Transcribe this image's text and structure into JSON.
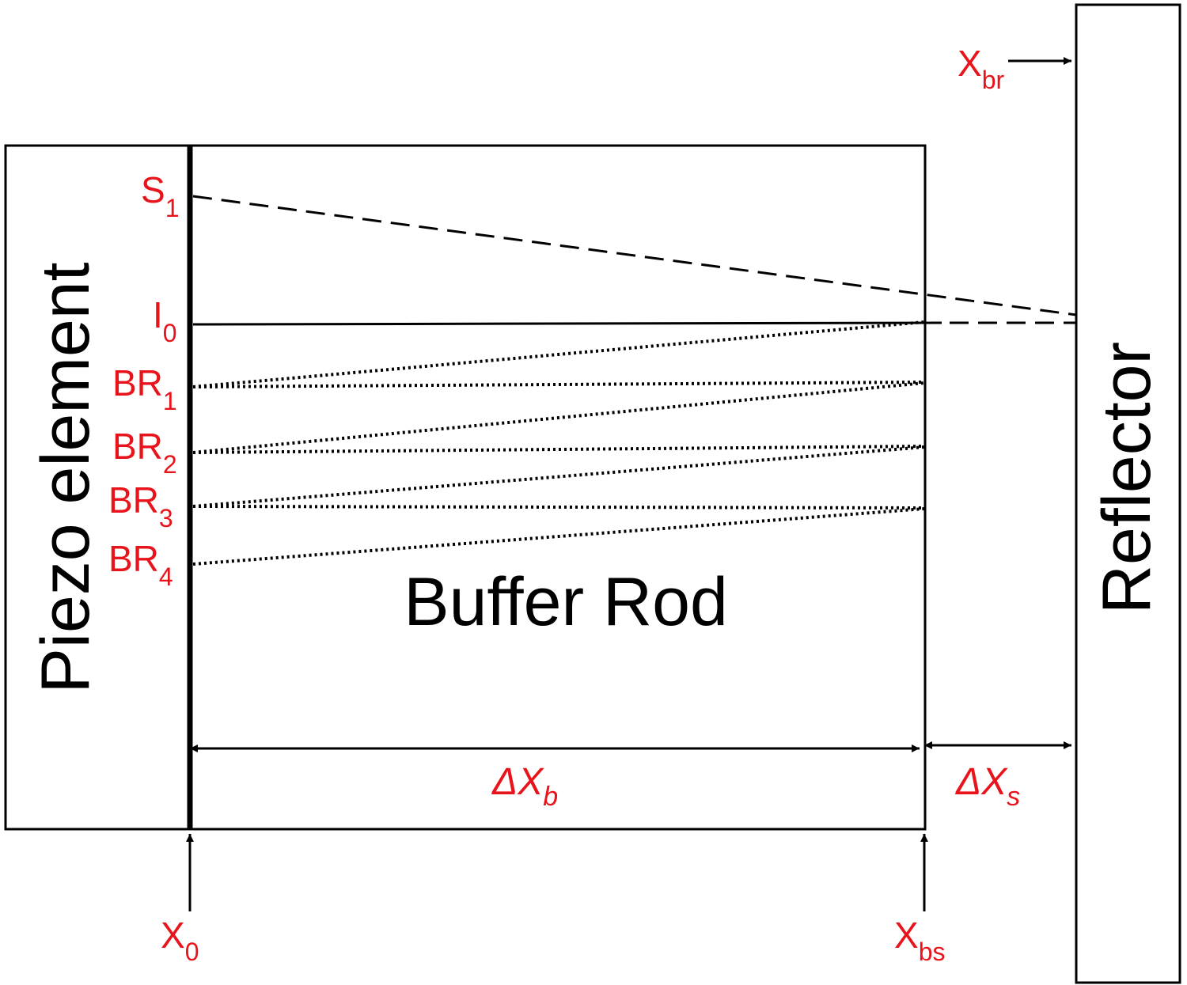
{
  "labels": {
    "piezo": "Piezo element",
    "buffer": "Buffer Rod",
    "reflector": "Reflector",
    "s1": {
      "main": "S",
      "sub": "1"
    },
    "i0": {
      "main": "I",
      "sub": "0"
    },
    "br1": {
      "main": "BR",
      "sub": "1"
    },
    "br2": {
      "main": "BR",
      "sub": "2"
    },
    "br3": {
      "main": "BR",
      "sub": "3"
    },
    "br4": {
      "main": "BR",
      "sub": "4"
    },
    "xbr": {
      "main": "X",
      "sub": "br"
    },
    "x0": {
      "main": "X",
      "sub": "0"
    },
    "xbs": {
      "main": "X",
      "sub": "bs"
    },
    "dxb": {
      "main": "ΔX",
      "sub": "b"
    },
    "dxs": {
      "main": "ΔX",
      "sub": "s"
    }
  },
  "colors": {
    "label": "#e8141b",
    "line": "#000000"
  }
}
